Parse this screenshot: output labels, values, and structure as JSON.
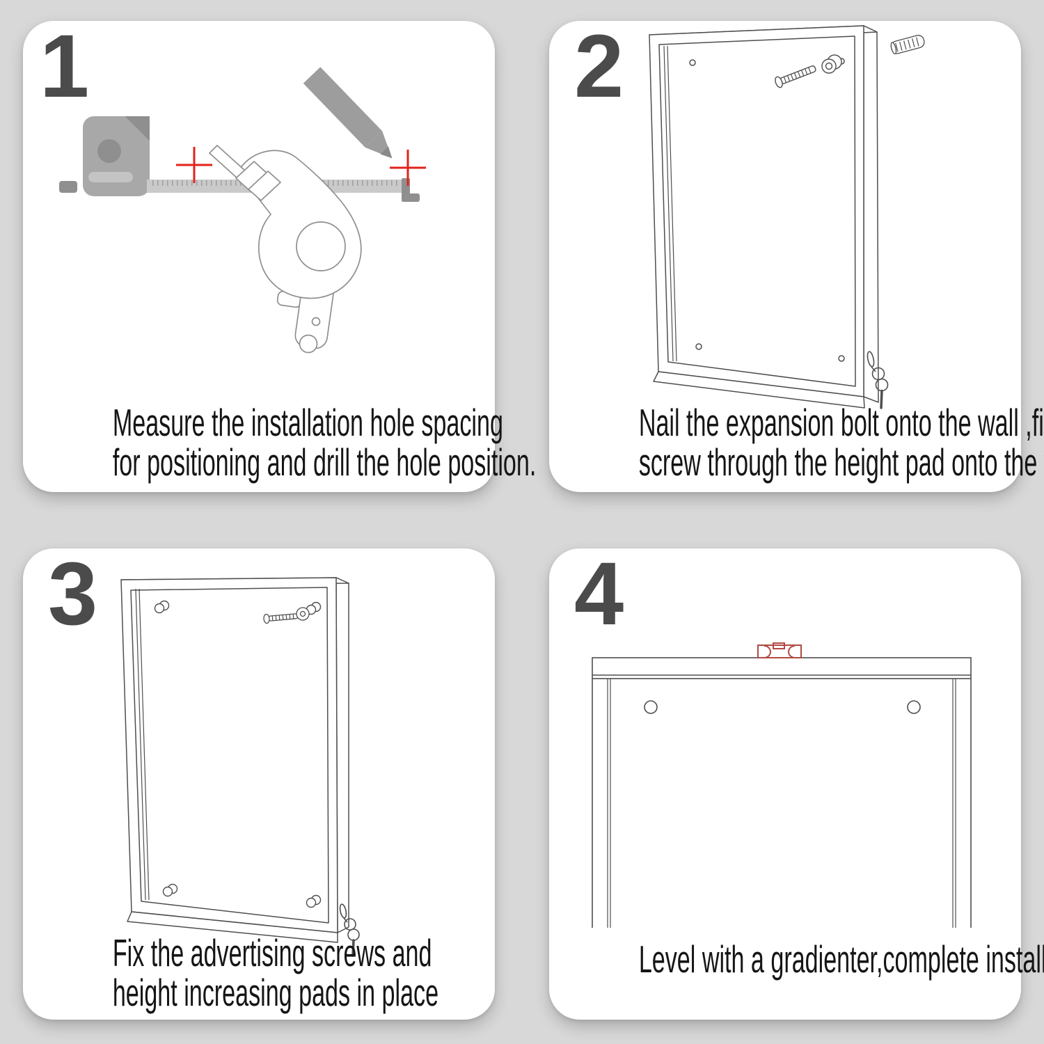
{
  "colors": {
    "background": "#d8d8d8",
    "card": "#ffffff",
    "step_number": "#4b4b4b",
    "caption": "#151515",
    "marker_red": "#e2231a",
    "level_red": "#b04a43",
    "line_gray": "#4e4e4e",
    "tool_gray": "#a8a8a8",
    "tool_gray_dark": "#8f8f8f",
    "tool_gray_light": "#c9c9c9"
  },
  "steps": [
    {
      "number": "1",
      "caption_lines": [
        "Measure the installation hole spacing",
        "for positioning and drill the hole position."
      ],
      "caption_suffix": "",
      "illustration_parts": [
        "tape-measure",
        "measuring-tape",
        "crosshair-mark-left",
        "electric-drill",
        "marker-pen",
        "crosshair-mark-right"
      ]
    },
    {
      "number": "2",
      "caption_lines": [
        "Nail the expansion bolt onto the wall ,fix the",
        "screw through the height pad onto the wall"
      ],
      "caption_suffix": ".",
      "illustration_parts": [
        "cabinet-back",
        "mounting-screw",
        "height-pad",
        "expansion-bolt",
        "keys"
      ]
    },
    {
      "number": "3",
      "caption_lines": [
        "Fix the advertising screws and",
        "height increasing pads in place"
      ],
      "caption_suffix": "",
      "illustration_parts": [
        "cabinet-back",
        "advertising-screw",
        "washer",
        "height-pad",
        "corner-pads",
        "keys"
      ]
    },
    {
      "number": "4",
      "caption_lines": [
        "Level with a gradienter,complete installation"
      ],
      "caption_suffix": ".",
      "illustration_parts": [
        "cabinet-front-top",
        "spirit-level",
        "mounting-holes"
      ]
    }
  ]
}
